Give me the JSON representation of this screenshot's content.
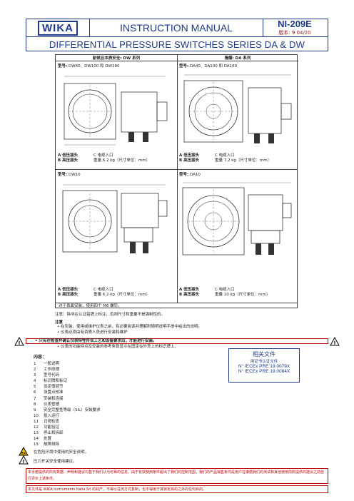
{
  "header": {
    "logo": "WIKA",
    "title": "INSTRUCTION MANUAL",
    "doc_number": "NI-209E",
    "version_label": "版本: 9  04/20",
    "subtitle": "DIFFERENTIAL PRESSURE SWITCHES SERIES DA & DW"
  },
  "models": {
    "left_heading": "耐候且本质安全: DW 系列",
    "right_heading": "隔爆: DA 系列",
    "panels": [
      {
        "model_label": "型号:",
        "model_value": "DW40、DW100 和 DW160",
        "a": "A 低压接头",
        "b": "B 高压接头",
        "c": "C 电缆入口",
        "weight": "重量 6.2 kg（尺寸单位：mm）"
      },
      {
        "model_label": "型号:",
        "model_value": "DA40、DA100 和 DA160",
        "a": "A 低压接头",
        "b": "B 高压接头",
        "c": "C 电缆入口",
        "weight": "重量 7.2 kg（尺寸单位：mm）"
      },
      {
        "model_label": "型号:",
        "model_value": "DW10",
        "a": "A 低压接头",
        "b": "B 高压接头",
        "c": "C 电缆入口",
        "weight": "重量 6.2 kg（尺寸单位：mm）"
      },
      {
        "model_label": "型号:",
        "model_value": "DA10",
        "a": "A 低压接头",
        "b": "B 高压接头",
        "c": "C 电缆入口",
        "weight": "重量 10 kg（尺寸单位：mm）"
      }
    ],
    "mount_note": "对于表面安装，使用四个 M6 螺钉。"
  },
  "notes": {
    "label_note": "注意：除非在认证铭牌上标注，否则尺寸和重量不是强制性的。",
    "attention": "注意",
    "bullets": [
      "在安装、使用或维护仪表之前，有必要阅读并理解附随明说明手册中给出的说明。",
      "仪表必须由有资质人员进行安装和维护",
      "只有在检查并确认仪表特性符合工艺和设备要求后，才能进行安装。",
      "仪表的功能特点及安装的参考条款显示在固定在外壳上的标识牌上。"
    ]
  },
  "toc": {
    "title": "内容：",
    "items": [
      {
        "n": "1",
        "t": "一般说明"
      },
      {
        "n": "2",
        "t": "工作原理"
      },
      {
        "n": "3",
        "t": "型号代码"
      },
      {
        "n": "4",
        "t": "标识牌和标记"
      },
      {
        "n": "5",
        "t": "设定值调节"
      },
      {
        "n": "6",
        "t": "设置点校准"
      },
      {
        "n": "7",
        "t": "安装和连接"
      },
      {
        "n": "8",
        "t": "仪表管理"
      },
      {
        "n": "9",
        "t": "安全完整性等级（SIL）安装要求"
      },
      {
        "n": "10",
        "t": "投入运行"
      },
      {
        "n": "11",
        "t": "日视检查"
      },
      {
        "n": "12",
        "t": "功能验证"
      },
      {
        "n": "13",
        "t": "停止和拆卸"
      },
      {
        "n": "14",
        "t": "处置"
      },
      {
        "n": "15",
        "t": "故障排除"
      }
    ]
  },
  "related": {
    "title": "相关文件",
    "subtitle": "用证书认证文件",
    "docs": [
      "N° IECEx PRE 19.0079X",
      "N° IECEx PRE 19.0084X"
    ]
  },
  "footer": {
    "hazard_text": "在危险环境中使用的安全说明。",
    "pressure_text": "压力开关安全使用建议。",
    "disclaimer": "本手册提供的所有数据、声明和建议均基于我们认为可靠的信息。由于有效使用条件超出了我们的控制范围，我们的产品销售条件是用户在遵循我们的测试和其他使用前所提供的建议之前自行评价上述条件。",
    "copyright": "本文件是 WIKA Instruments Italia Srl 的财产，不得以任何方式复制，也不得用于其特定目的之外的任何目的。"
  },
  "colors": {
    "brand": "#1d3a8a",
    "warning": "#b00000"
  }
}
